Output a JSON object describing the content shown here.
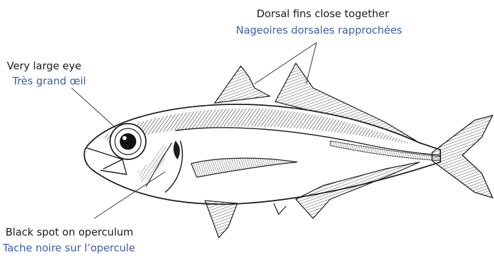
{
  "labels": {
    "dorsal_fins": {
      "en": "Dorsal fins close together",
      "fr": "Nageoires dorsales rapprochées"
    },
    "eye": {
      "en": "Very large eye",
      "fr": "Très grand œil"
    },
    "operculum": {
      "en": "Black spot on operculum",
      "fr": "Tache noire sur l’opercule"
    }
  },
  "colors": {
    "english_text": "#1a1a1a",
    "french_text": "#3a5da8",
    "ink": "#1c1c1c",
    "background": "#ffffff"
  }
}
